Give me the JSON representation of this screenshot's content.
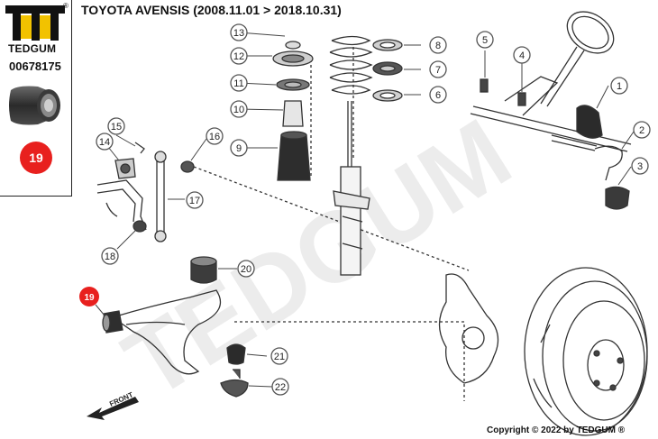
{
  "brand": {
    "name": "TEDGUM",
    "registered": "®",
    "watermark": "TEDGUM"
  },
  "part_number": "00678175",
  "highlight_badge": "19",
  "title": "TOYOTA AVENSIS  (2008.11.01 > 2018.10.31)",
  "direction_label": "FRONT",
  "copyright": "Copyright © 2022 by TEDGUM ®",
  "callouts": [
    "1",
    "2",
    "3",
    "4",
    "5",
    "6",
    "7",
    "8",
    "9",
    "10",
    "11",
    "12",
    "13",
    "14",
    "15",
    "16",
    "17",
    "18",
    "19",
    "20",
    "21",
    "22"
  ],
  "colors": {
    "badge": "#e8201e",
    "callout_ring": "#555555",
    "line": "#333333",
    "watermark": "#ececec"
  }
}
